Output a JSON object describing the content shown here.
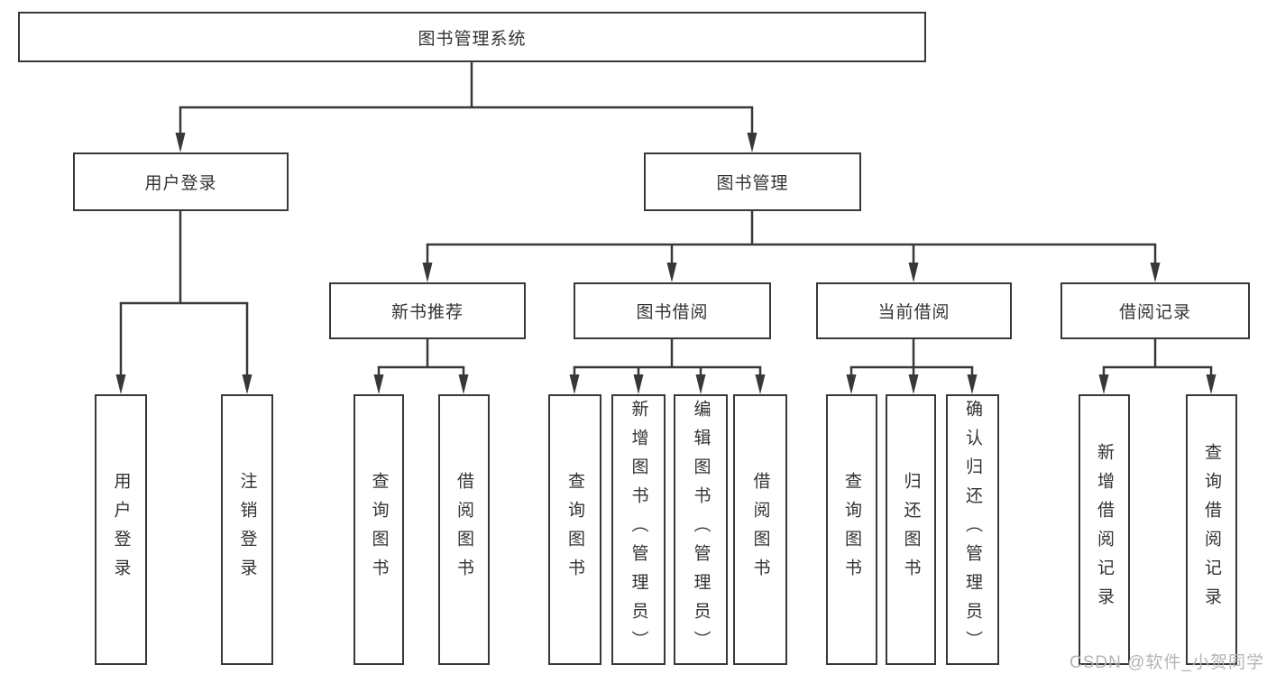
{
  "diagram": {
    "root": {
      "label": "图书管理系统",
      "children": [
        {
          "label": "用户登录",
          "children": [
            {
              "label": "用户登录"
            },
            {
              "label": "注销登录"
            }
          ]
        },
        {
          "label": "图书管理",
          "children": [
            {
              "label": "新书推荐",
              "children": [
                {
                  "label": "查询图书"
                },
                {
                  "label": "借阅图书"
                }
              ]
            },
            {
              "label": "图书借阅",
              "children": [
                {
                  "label": "查询图书"
                },
                {
                  "label": "新增图书（管理员）"
                },
                {
                  "label": "编辑图书（管理员）"
                },
                {
                  "label": "借阅图书"
                }
              ]
            },
            {
              "label": "当前借阅",
              "children": [
                {
                  "label": "查询图书"
                },
                {
                  "label": "归还图书"
                },
                {
                  "label": "确认归还（管理员）"
                }
              ]
            },
            {
              "label": "借阅记录",
              "children": [
                {
                  "label": "新增借阅记录"
                },
                {
                  "label": "查询借阅记录"
                }
              ]
            }
          ]
        }
      ]
    }
  },
  "watermark": {
    "text": "CSDN @软件_小贺同学"
  },
  "colors": {
    "line": "#383838",
    "text": "#333333",
    "watermark": "#b5b5b5",
    "background": "#ffffff"
  }
}
